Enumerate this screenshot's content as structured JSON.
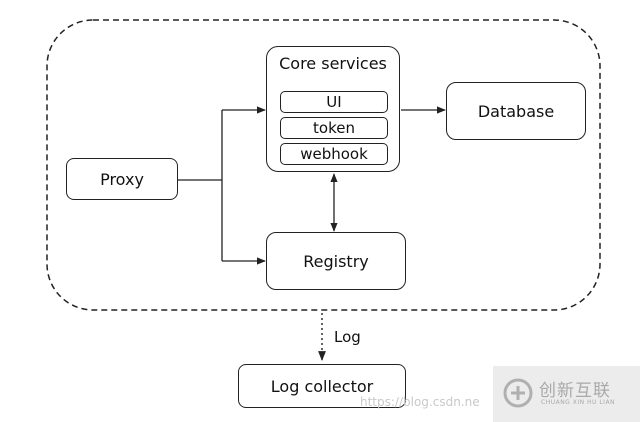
{
  "diagram": {
    "nodes": {
      "core_services": {
        "title": "Core services",
        "components": [
          "UI",
          "token",
          "webhook"
        ]
      },
      "database": "Database",
      "proxy": "Proxy",
      "registry": "Registry",
      "log_collector": "Log collector"
    },
    "edges": [
      {
        "from": "proxy",
        "to": "core_services",
        "style": "solid"
      },
      {
        "from": "proxy",
        "to": "registry",
        "style": "solid"
      },
      {
        "from": "core_services",
        "to": "database",
        "style": "solid"
      },
      {
        "from": "core_services",
        "to": "registry",
        "style": "solid",
        "bidirectional": true
      },
      {
        "from": "deployment_boundary",
        "to": "log_collector",
        "style": "dotted",
        "label": "Log"
      }
    ],
    "boundary_style": "dashed",
    "log_label": "Log"
  },
  "watermark": {
    "url": "https://blog.csdn.ne",
    "brand_cn": "创新互联",
    "brand_en": "CHUANG XIN HU LIAN"
  },
  "colors": {
    "line": "#222222",
    "background": "#ffffff",
    "watermark": "#a9a9a9"
  }
}
